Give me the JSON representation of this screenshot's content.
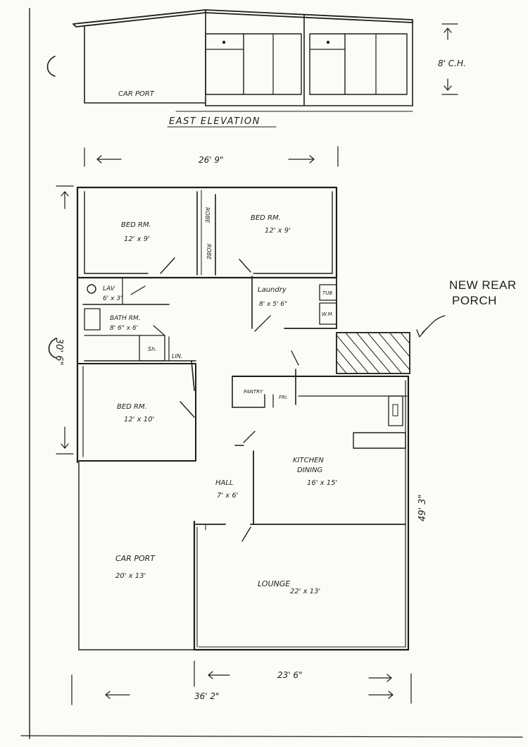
{
  "elevation": {
    "title": "EAST ELEVATION",
    "carport_label": "CAR PORT",
    "ceiling_height": "8' C.H."
  },
  "dimensions": {
    "top_width": "26' 9\"",
    "left_height": "30' 6\"",
    "right_depth": "49' 3\"",
    "bottom_inner": "23' 6\"",
    "bottom_overall": "36' 2\""
  },
  "rooms": {
    "bedroom_1": {
      "name": "BED RM.",
      "size": "12' x 9'"
    },
    "robe_1": "ROBE",
    "robe_2": "ROBE",
    "bedroom_2": {
      "name": "BED RM.",
      "size": "12' x 9'"
    },
    "lav": {
      "name": "LAV",
      "size": "6' x 3'"
    },
    "laundry": {
      "name": "Laundry",
      "size": "8' x 5' 6\""
    },
    "tub": "TUB",
    "wm": "W.M.",
    "bath": {
      "name": "BATH RM.",
      "size": "8' 6\" x 6'"
    },
    "shower": "Sh.",
    "linen": "LIN.",
    "bedroom_3": {
      "name": "BED RM.",
      "size": "12' x 10'"
    },
    "pantry": "PANTRY",
    "fridge": "FRI.",
    "kitchen": {
      "name": "KITCHEN",
      "name2": "DINING",
      "size": "16' x 15'"
    },
    "hall": {
      "name": "HALL",
      "size": "7' x 6'"
    },
    "carport": {
      "name": "CAR PORT",
      "size": "20' x 13'"
    },
    "lounge": {
      "name": "LOUNGE",
      "size": "22' x 13'"
    }
  },
  "annotation": {
    "line1": "NEW REAR",
    "line2": "PORCH"
  },
  "colors": {
    "ink": "#1c1c1c",
    "paper": "#fbfbf8"
  }
}
